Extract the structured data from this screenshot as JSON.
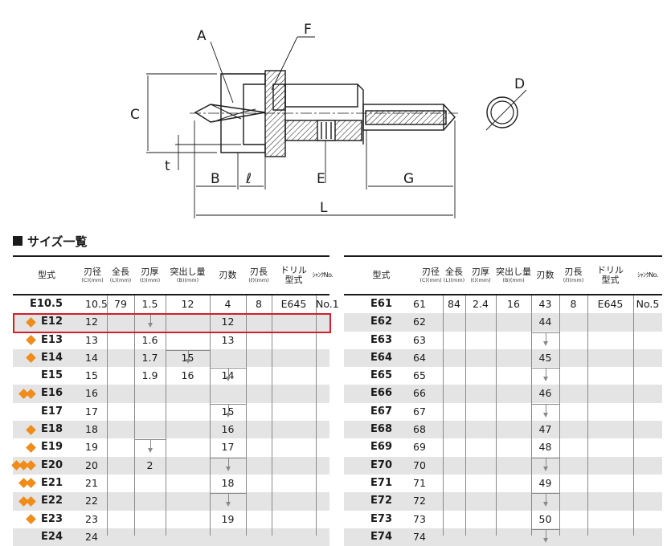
{
  "diagram": {
    "labels": {
      "A": "A",
      "F": "F",
      "C": "C",
      "D": "D",
      "t": "t",
      "B": "B",
      "l": "ℓ",
      "E": "E",
      "G": "G",
      "L": "L"
    }
  },
  "section_title": "サイズ一覧",
  "left_table": {
    "headers": [
      {
        "label": "型式",
        "unit": ""
      },
      {
        "label": "刃径",
        "unit": "(C)(mm)"
      },
      {
        "label": "全長",
        "unit": "(L)(mm)"
      },
      {
        "label": "刃厚",
        "unit": "(t)(mm)"
      },
      {
        "label": "突出し量",
        "unit": "(B)(mm)"
      },
      {
        "label": "刃数",
        "unit": ""
      },
      {
        "label": "刃長",
        "unit": "(ℓ)(mm)"
      },
      {
        "label": "ドリル\n型式",
        "unit": ""
      },
      {
        "label": "ｼｬﾝｸNo.",
        "unit": ""
      }
    ],
    "rows": [
      {
        "marks": 0,
        "model": "E10.5",
        "c": "10.5",
        "l": "79",
        "t": "1.5",
        "b": "12",
        "n": "4",
        "len": "8",
        "drill": "E645",
        "shank": "No.1"
      },
      {
        "marks": 1,
        "model": "E12",
        "c": "12",
        "l": "",
        "t": "",
        "b": "",
        "n": "12",
        "len": "",
        "drill": "",
        "shank": ""
      },
      {
        "marks": 1,
        "model": "E13",
        "c": "13",
        "l": "",
        "t": "1.6",
        "b": "",
        "n": "13",
        "len": "",
        "drill": "",
        "shank": ""
      },
      {
        "marks": 1,
        "model": "E14",
        "c": "14",
        "l": "",
        "t": "1.7",
        "b": "15",
        "n": "",
        "len": "",
        "drill": "",
        "shank": ""
      },
      {
        "marks": 0,
        "model": "E15",
        "c": "15",
        "l": "",
        "t": "1.9",
        "b": "16",
        "n": "14",
        "len": "",
        "drill": "",
        "shank": ""
      },
      {
        "marks": 2,
        "model": "E16",
        "c": "16",
        "l": "",
        "t": "",
        "b": "",
        "n": "",
        "len": "",
        "drill": "",
        "shank": ""
      },
      {
        "marks": 0,
        "model": "E17",
        "c": "17",
        "l": "",
        "t": "",
        "b": "",
        "n": "15",
        "len": "",
        "drill": "",
        "shank": ""
      },
      {
        "marks": 1,
        "model": "E18",
        "c": "18",
        "l": "",
        "t": "",
        "b": "",
        "n": "16",
        "len": "",
        "drill": "",
        "shank": ""
      },
      {
        "marks": 1,
        "model": "E19",
        "c": "19",
        "l": "",
        "t": "",
        "b": "",
        "n": "17",
        "len": "",
        "drill": "",
        "shank": ""
      },
      {
        "marks": 3,
        "model": "E20",
        "c": "20",
        "l": "",
        "t": "2",
        "b": "",
        "n": "",
        "len": "",
        "drill": "",
        "shank": ""
      },
      {
        "marks": 2,
        "model": "E21",
        "c": "21",
        "l": "",
        "t": "",
        "b": "",
        "n": "18",
        "len": "",
        "drill": "",
        "shank": ""
      },
      {
        "marks": 2,
        "model": "E22",
        "c": "22",
        "l": "",
        "t": "",
        "b": "",
        "n": "",
        "len": "",
        "drill": "",
        "shank": ""
      },
      {
        "marks": 1,
        "model": "E23",
        "c": "23",
        "l": "",
        "t": "",
        "b": "",
        "n": "19",
        "len": "",
        "drill": "",
        "shank": ""
      },
      {
        "marks": 0,
        "model": "E24",
        "c": "24",
        "l": "",
        "t": "",
        "b": "",
        "n": "",
        "len": "",
        "drill": "",
        "shank": ""
      }
    ]
  },
  "right_table": {
    "headers": [
      {
        "label": "型式",
        "unit": ""
      },
      {
        "label": "刃径",
        "unit": "(C)(mm)"
      },
      {
        "label": "全長",
        "unit": "(L)(mm)"
      },
      {
        "label": "刃厚",
        "unit": "(t)(mm)"
      },
      {
        "label": "突出し量",
        "unit": "(B)(mm)"
      },
      {
        "label": "刃数",
        "unit": ""
      },
      {
        "label": "刃長",
        "unit": "(ℓ)(mm)"
      },
      {
        "label": "ドリル\n型式",
        "unit": ""
      },
      {
        "label": "ｼｬﾝｸNo.",
        "unit": ""
      }
    ],
    "rows": [
      {
        "model": "E61",
        "c": "61",
        "l": "84",
        "t": "2.4",
        "b": "16",
        "n": "43",
        "len": "8",
        "drill": "E645",
        "shank": "No.5"
      },
      {
        "model": "E62",
        "c": "62",
        "l": "",
        "t": "",
        "b": "",
        "n": "44",
        "len": "",
        "drill": "",
        "shank": ""
      },
      {
        "model": "E63",
        "c": "63",
        "l": "",
        "t": "",
        "b": "",
        "n": "",
        "len": "",
        "drill": "",
        "shank": ""
      },
      {
        "model": "E64",
        "c": "64",
        "l": "",
        "t": "",
        "b": "",
        "n": "45",
        "len": "",
        "drill": "",
        "shank": ""
      },
      {
        "model": "E65",
        "c": "65",
        "l": "",
        "t": "",
        "b": "",
        "n": "",
        "len": "",
        "drill": "",
        "shank": ""
      },
      {
        "model": "E66",
        "c": "66",
        "l": "",
        "t": "",
        "b": "",
        "n": "46",
        "len": "",
        "drill": "",
        "shank": ""
      },
      {
        "model": "E67",
        "c": "67",
        "l": "",
        "t": "",
        "b": "",
        "n": "",
        "len": "",
        "drill": "",
        "shank": ""
      },
      {
        "model": "E68",
        "c": "68",
        "l": "",
        "t": "",
        "b": "",
        "n": "47",
        "len": "",
        "drill": "",
        "shank": ""
      },
      {
        "model": "E69",
        "c": "69",
        "l": "",
        "t": "",
        "b": "",
        "n": "48",
        "len": "",
        "drill": "",
        "shank": ""
      },
      {
        "model": "E70",
        "c": "70",
        "l": "",
        "t": "",
        "b": "",
        "n": "",
        "len": "",
        "drill": "",
        "shank": ""
      },
      {
        "model": "E71",
        "c": "71",
        "l": "",
        "t": "",
        "b": "",
        "n": "49",
        "len": "",
        "drill": "",
        "shank": ""
      },
      {
        "model": "E72",
        "c": "72",
        "l": "",
        "t": "",
        "b": "",
        "n": "",
        "len": "",
        "drill": "",
        "shank": ""
      },
      {
        "model": "E73",
        "c": "73",
        "l": "",
        "t": "",
        "b": "",
        "n": "50",
        "len": "",
        "drill": "",
        "shank": ""
      },
      {
        "model": "E74",
        "c": "74",
        "l": "",
        "t": "",
        "b": "",
        "n": "",
        "len": "",
        "drill": "",
        "shank": ""
      }
    ]
  },
  "colors": {
    "diamond": "#f08c1a",
    "highlight": "#d0202a",
    "stripe": "#e4e4e4",
    "line": "#8a8a8a"
  }
}
